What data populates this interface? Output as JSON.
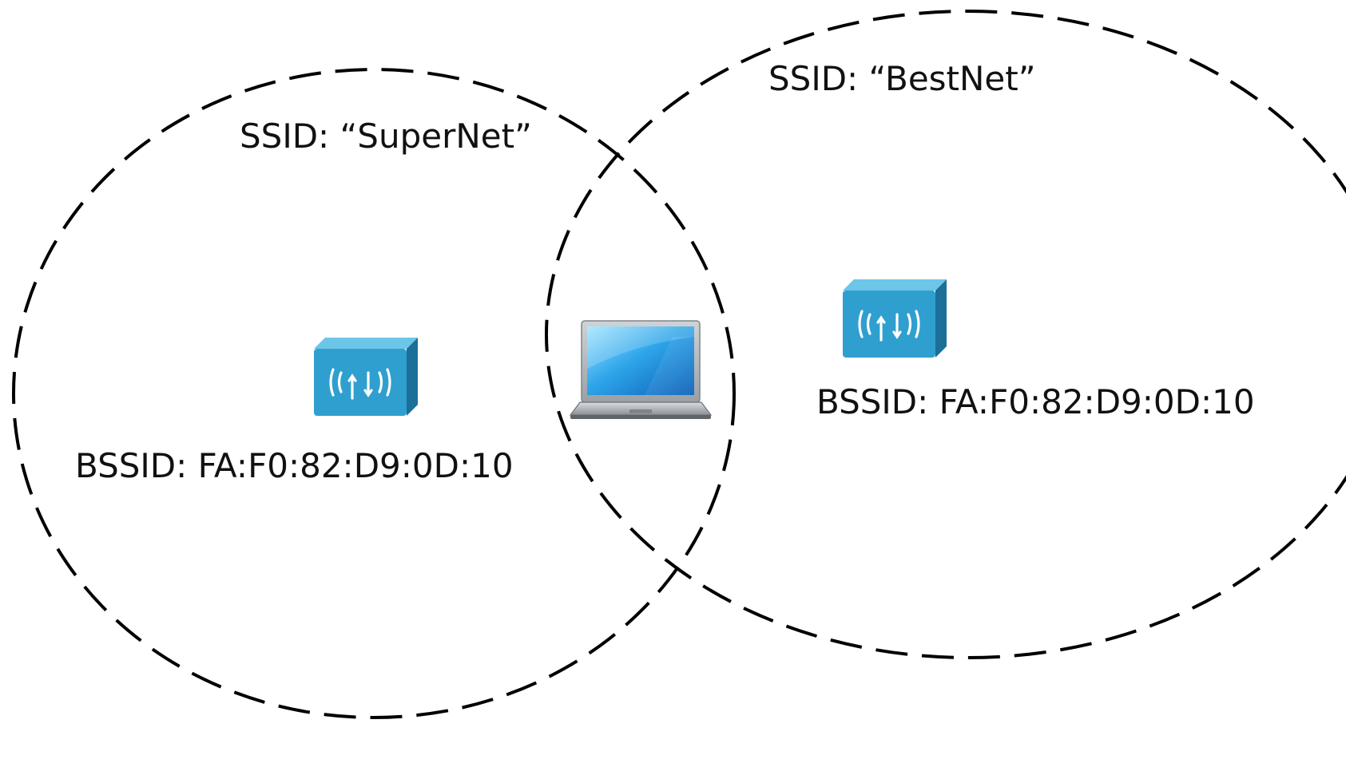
{
  "networks": [
    {
      "ssid_label": "SSID: “SuperNet”",
      "bssid_label": "BSSID: FA:F0:82:D9:0D:10",
      "icon": "wireless-access-point-icon"
    },
    {
      "ssid_label": "SSID: “BestNet”",
      "bssid_label": "BSSID: FA:F0:82:D9:0D:10",
      "icon": "wireless-access-point-icon"
    }
  ],
  "client": {
    "icon": "laptop-icon"
  },
  "colors": {
    "ap_body": "#2f9fd0",
    "ap_top": "#6cc6e8",
    "ap_side": "#1b6f98",
    "line": "#000000"
  }
}
